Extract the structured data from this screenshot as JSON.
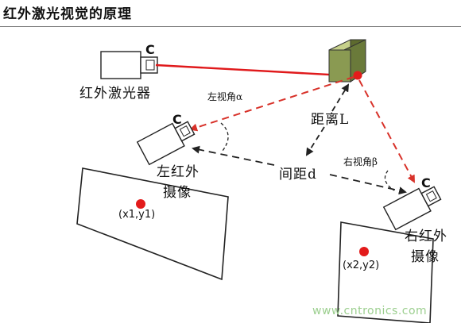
{
  "title": "红外激光视觉的原理",
  "labels": {
    "laser": "红外激光器",
    "left_camera_line1": "左红外",
    "left_camera_line2": "摄像",
    "right_camera_line1": "右红外",
    "right_camera_line2": "摄像",
    "left_angle": "左视角α",
    "right_angle": "右视角β",
    "distance": "距离L",
    "spacing": "间距d",
    "left_coord": "(x1,y1)",
    "right_coord": "(x2,y2)",
    "c_mark": "C"
  },
  "watermark": "www.cntronics.com",
  "colors": {
    "laser_beam": "#e0191b",
    "red_dashed": "#d8322a",
    "target_box": "#8a9a52",
    "dot": "#e31b1b",
    "black_dashed": "#222222"
  }
}
